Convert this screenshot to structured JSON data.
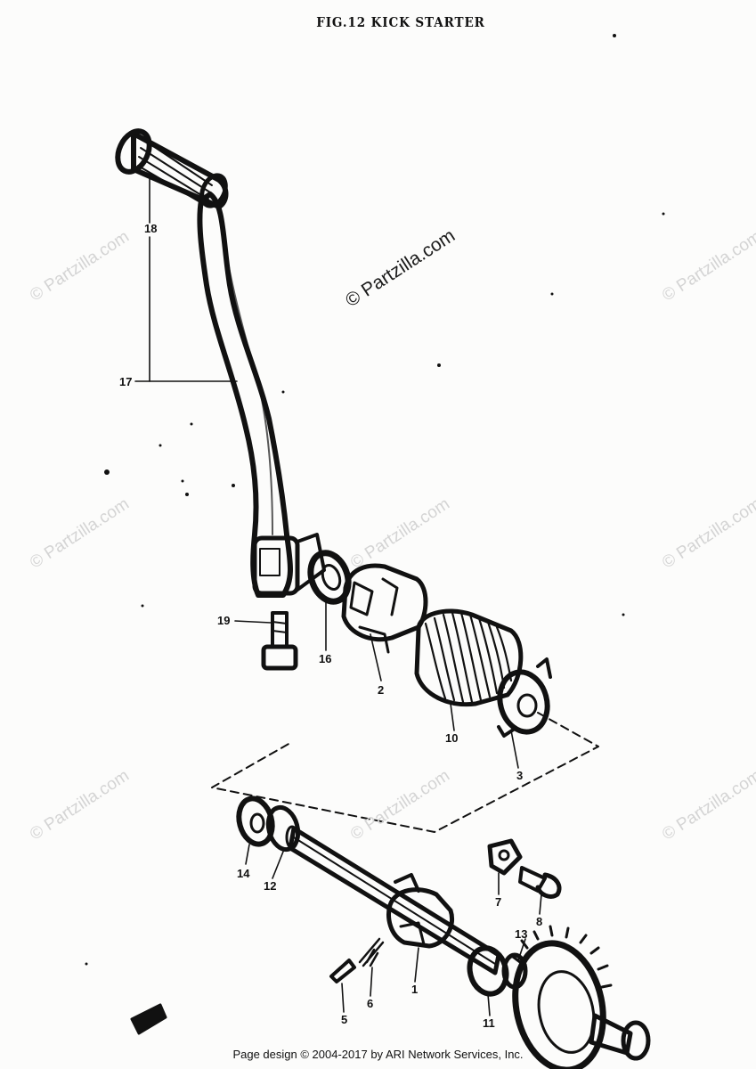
{
  "diagram": {
    "title": "FIG.12 KICK STARTER",
    "footer": "Page design © 2004-2017 by ARI Network Services, Inc.",
    "watermark_center": "© Partzilla.com",
    "watermark_faint": "© Partzilla.com",
    "callouts": {
      "c1": "1",
      "c2": "2",
      "c3": "3",
      "c5": "5",
      "c6": "6",
      "c7": "7",
      "c8": "8",
      "c10": "10",
      "c11": "11",
      "c12": "12",
      "c13": "13",
      "c14": "14",
      "c16": "16",
      "c17": "17",
      "c18": "18",
      "c19": "19"
    }
  }
}
